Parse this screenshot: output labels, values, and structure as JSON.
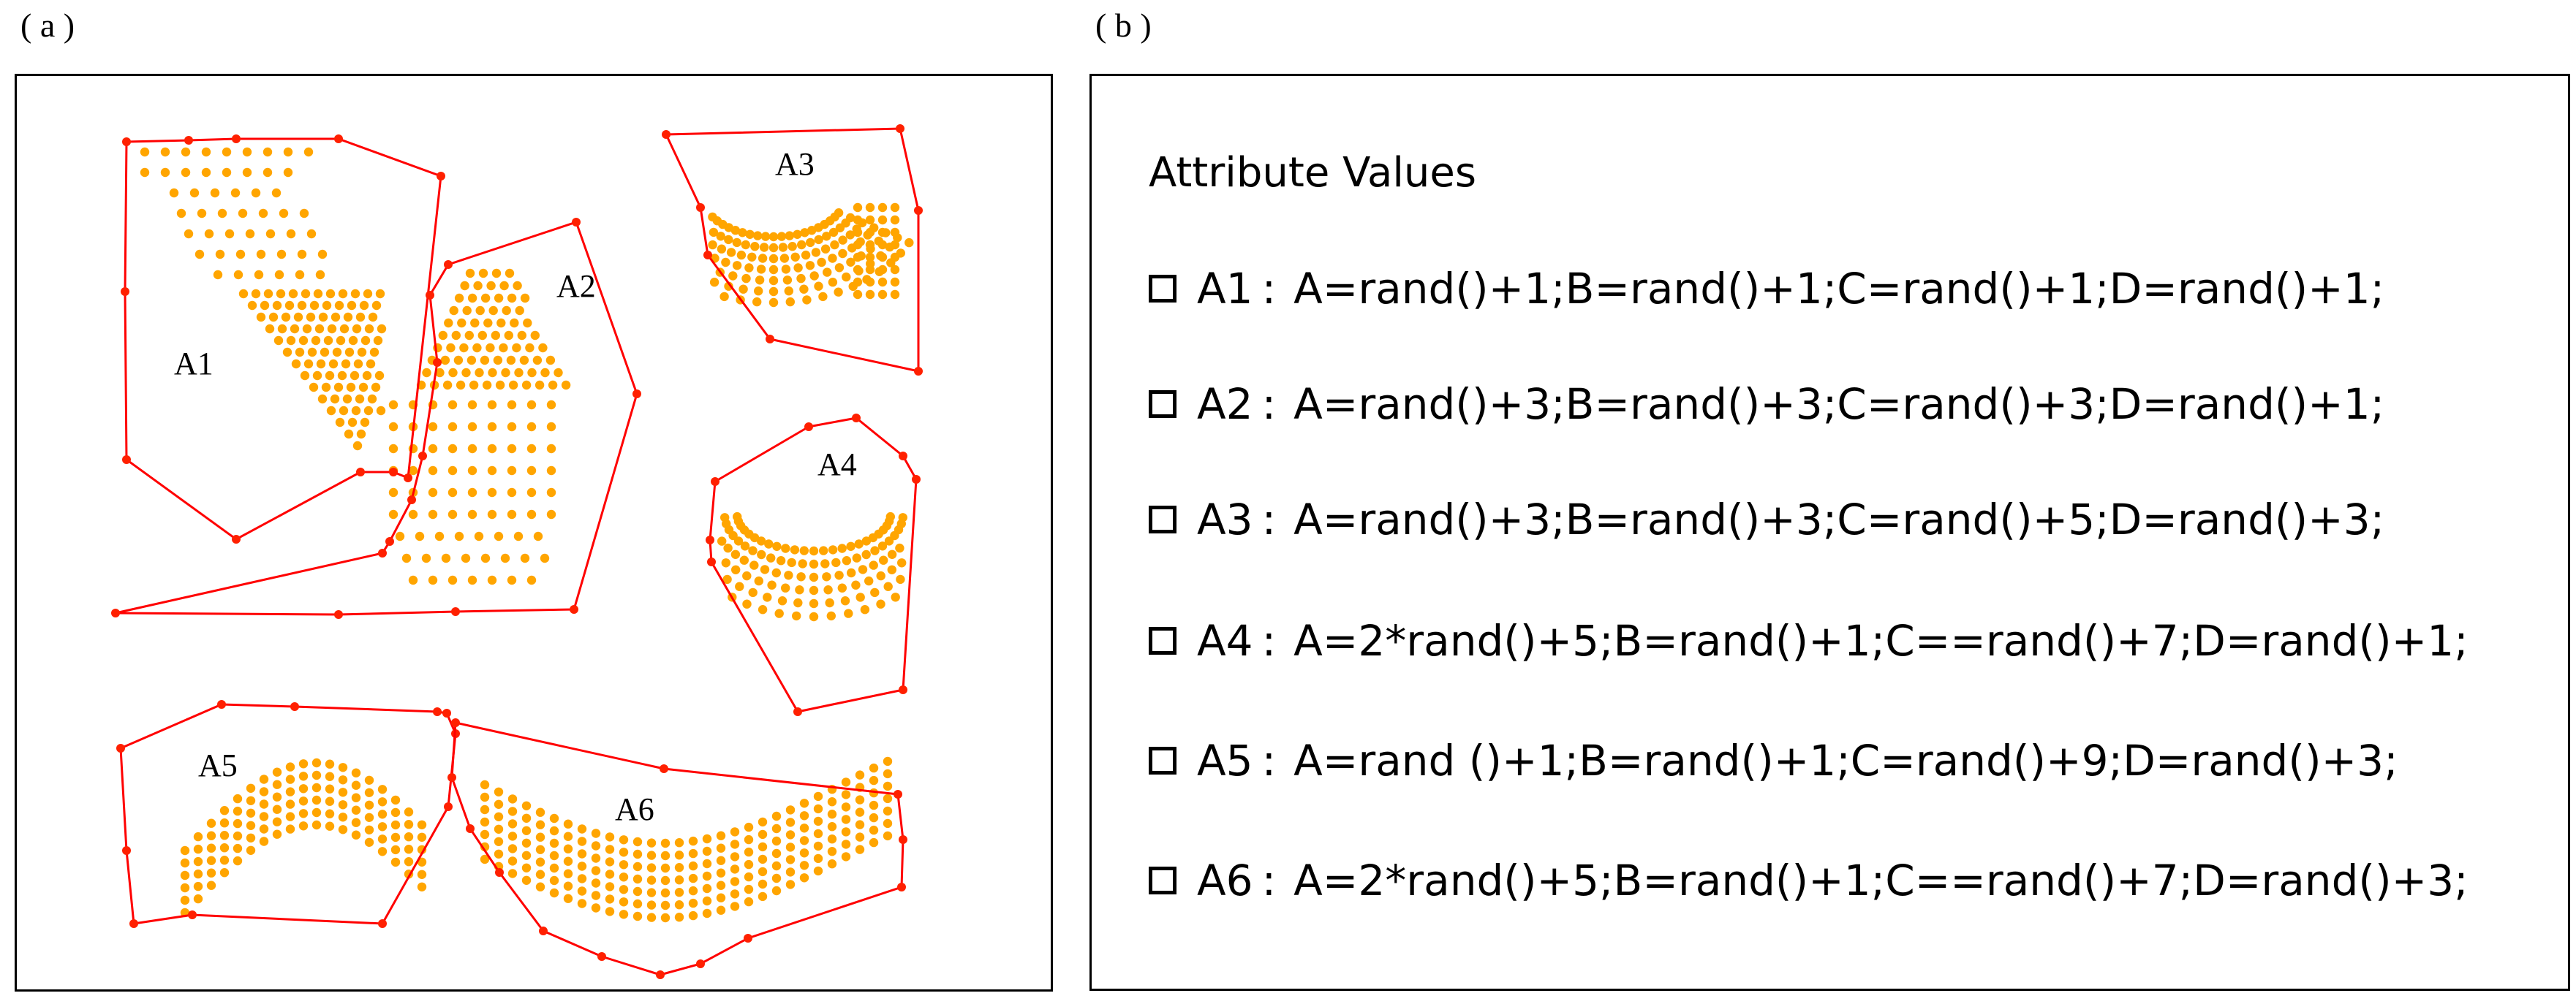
{
  "panel_a": {
    "label": "( a )",
    "areas": [
      {
        "id": "A1"
      },
      {
        "id": "A2"
      },
      {
        "id": "A3"
      },
      {
        "id": "A4"
      },
      {
        "id": "A5"
      },
      {
        "id": "A6"
      }
    ],
    "colors": {
      "boundary": "#ff0000",
      "point": "#ffa500",
      "vertex": "#ff2000"
    }
  },
  "panel_b": {
    "label": "( b )",
    "title": "Attribute Values",
    "rows": [
      {
        "id": "A1",
        "sep": ":",
        "formula": "A=rand()+1;B=rand()+1;C=rand()+1;D=rand()+1;"
      },
      {
        "id": "A2",
        "sep": ":",
        "formula": "A=rand()+3;B=rand()+3;C=rand()+3;D=rand()+1;"
      },
      {
        "id": "A3",
        "sep": ":",
        "formula": "A=rand()+3;B=rand()+3;C=rand()+5;D=rand()+3;"
      },
      {
        "id": "A4",
        "sep": ":",
        "formula": "A=2*rand()+5;B=rand()+1;C==rand()+7;D=rand()+1;"
      },
      {
        "id": "A5",
        "sep": ":",
        "formula": "A=rand ()+1;B=rand()+1;C=rand()+9;D=rand()+3;"
      },
      {
        "id": "A6",
        "sep": ":",
        "formula": "A=2*rand()+5;B=rand()+1;C==rand()+7;D=rand()+3;"
      }
    ]
  }
}
